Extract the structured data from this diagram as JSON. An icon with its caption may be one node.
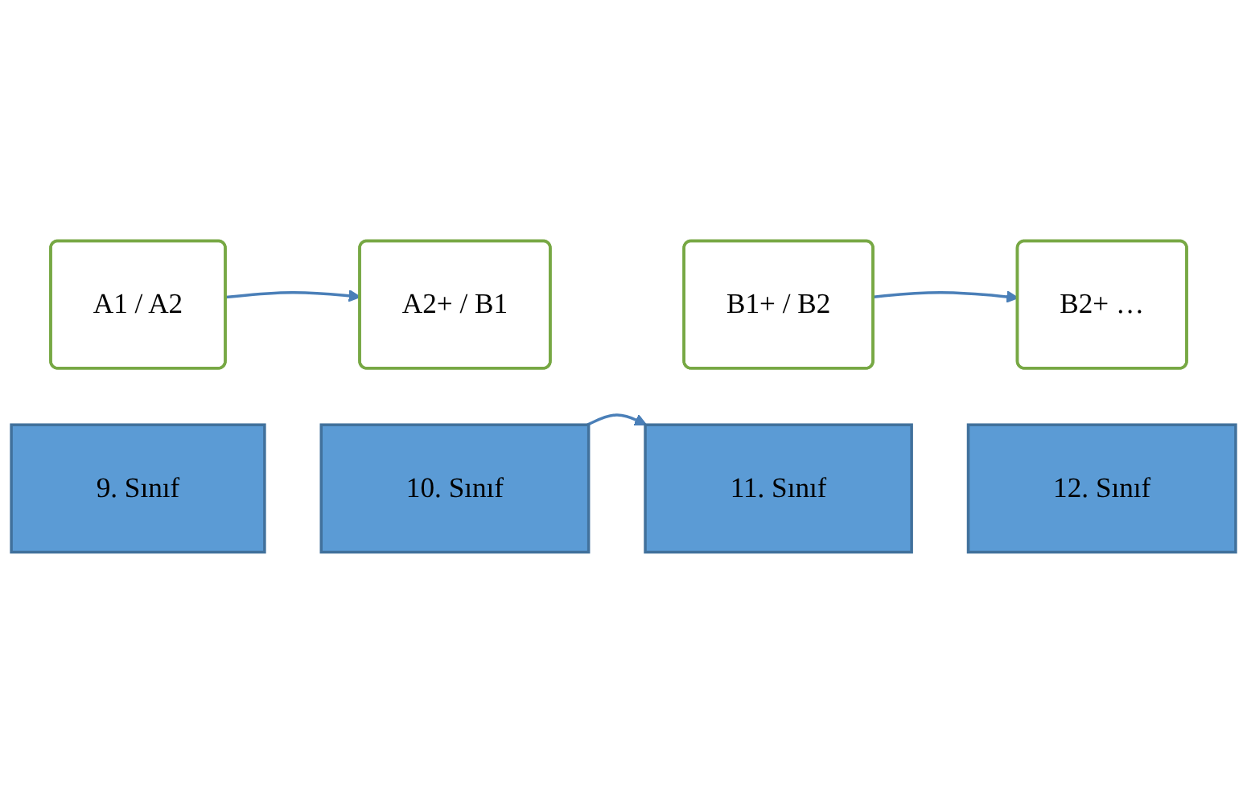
{
  "diagram": {
    "nodes": [
      {
        "text": [
          "A1 / A2"
        ]
      },
      {
        "text": [
          "A2+ / B1"
        ]
      },
      {
        "text": [
          "B1+ / B2"
        ]
      },
      {
        "text": [
          "B2+ …"
        ]
      },
      {
        "text": [
          "9. Sınıf"
        ]
      },
      {
        "text": [
          "10. Sınıf"
        ]
      },
      {
        "text": [
          "11. Sınıf"
        ]
      },
      {
        "text": [
          "12. Sınıf"
        ]
      }
    ],
    "edges": [
      {
        "from": 0,
        "to": 1,
        "arrow": "to"
      },
      {
        "from": 2,
        "to": 3,
        "arrow": "to"
      },
      {
        "from": 5,
        "to": 6,
        "arrow": "to"
      }
    ]
  }
}
